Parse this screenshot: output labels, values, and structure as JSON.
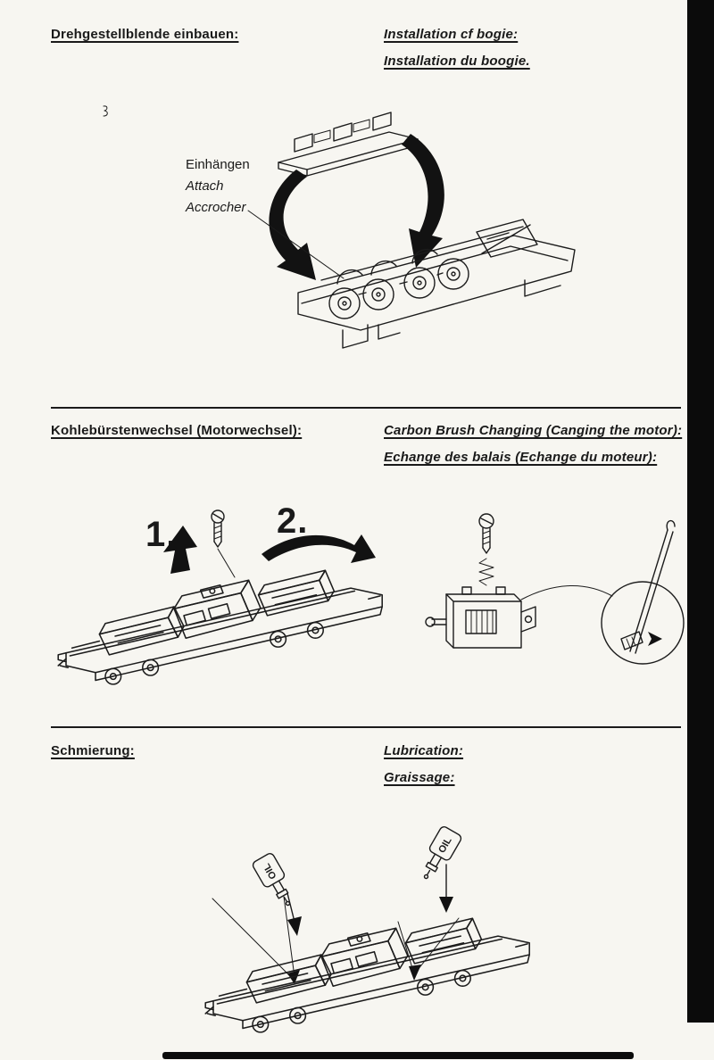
{
  "page": {
    "kind": "scanned model railway instruction sheet"
  },
  "colors": {
    "ink": "#1a1a1a",
    "paper": "#f7f6f1",
    "scan_edge": "#0b0b0b"
  },
  "sections": {
    "bogie": {
      "heading_de": "Drehgestellblende einbauen:",
      "heading_en": "Installation cf bogie:",
      "heading_fr": "Installation du boogie.",
      "callout": {
        "de": "Einhängen",
        "en": "Attach",
        "fr": "Accrocher"
      }
    },
    "brush": {
      "heading_de": "Kohlebürstenwechsel (Motorwechsel):",
      "heading_en": "Carbon Brush Changing (Canging the motor):",
      "heading_fr": "Echange des balais (Echange du moteur):",
      "step1": "1.",
      "step2": "2."
    },
    "lubrication": {
      "heading_de": "Schmierung:",
      "heading_en": "Lubrication:",
      "heading_fr": "Graissage:",
      "oil_label": "OIL"
    }
  }
}
